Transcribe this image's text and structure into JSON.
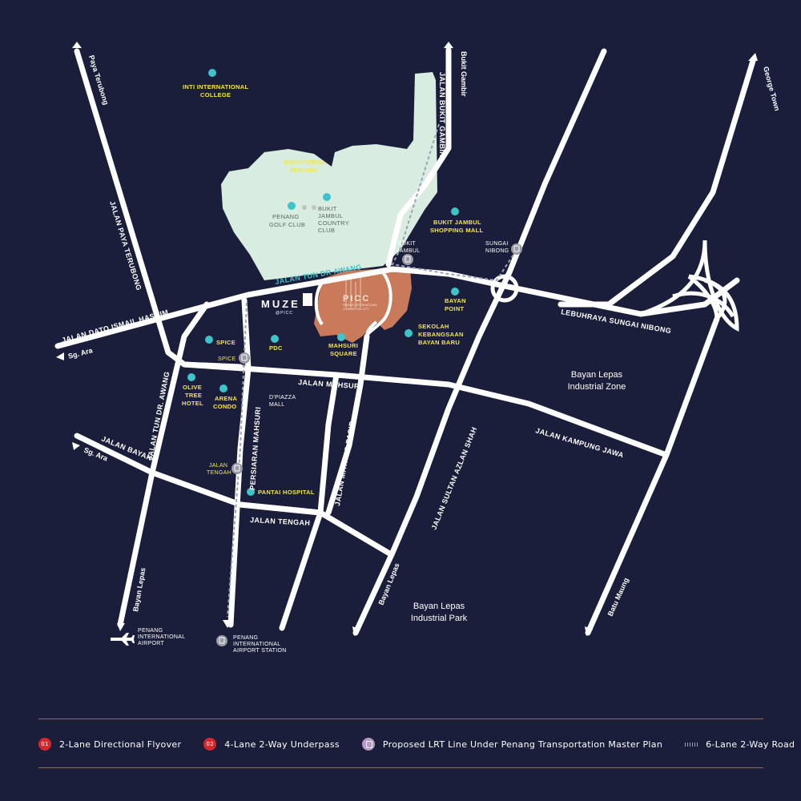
{
  "colors": {
    "background": "#1b1e3a",
    "road": "#ffffff",
    "park": "#d9ece0",
    "site": "#c97a5a",
    "poi_dot": "#3ec3c8",
    "poi_label": "#f3e64a",
    "road_label": "#ffffff",
    "highlight_road_label": "#3ec3c8",
    "badge_red": "#d8262c",
    "badge_lrt": "#b59ac9",
    "station_gray": "#9a9aa6"
  },
  "roads": {
    "jalan_dato_ismail_hashim": "JALAN DATO ISMAIL HASHIM",
    "jalan_paya_terubong": "JALAN PAYA TERUBONG",
    "jalan_bukit_gambir": "JALAN BUKIT GAMBIR",
    "jalan_tun_dr_awang_top": "JALAN TUN DR AWANG",
    "jalan_tun_dr_awang_side": "JALAN TUN DR. AWANG",
    "jalan_mahsuri": "JALAN MAHSURI",
    "lebuhraya_sungai_nibong": "LEBUHRAYA SUNGAI NIBONG",
    "jalan_kampung_jawa": "JALAN KAMPUNG JAWA",
    "jalan_bayan": "JALAN BAYAN",
    "persiaran_mahsuri": "PERSIARAN MAHSURI",
    "jalan_mayang_pasir": "JALAN MAYANG PASIR",
    "jalan_sultan_azlan_shah": "JALAN SULTAN AZLAN SHAH",
    "jalan_tengah": "JALAN TENGAH"
  },
  "directions": {
    "paya_terubong": "Paya Terubong",
    "bukit_gambir": "Bukit Gambir",
    "george_town": "George Town",
    "sg_ara_top": "Sg. Ara",
    "sg_ara_bottom": "Sg. Ara",
    "bayan_lepas_left": "Bayan Lepas",
    "bayan_lepas_mid": "Bayan Lepas",
    "batu_maung": "Batu Maung"
  },
  "areas": {
    "industrial_zone_1": "Bayan Lepas",
    "industrial_zone_2": "Industrial Zone",
    "industrial_park_1": "Bayan Lepas",
    "industrial_park_2": "Industrial Park"
  },
  "pois": {
    "inti_1": "INTI INTERNATIONAL",
    "inti_2": "COLLEGE",
    "equatorial_1": "EQUATORIAL",
    "equatorial_2": "PENANG",
    "bukit_jambul_mall_1": "BUKIT JAMBUL",
    "bukit_jambul_mall_2": "SHOPPING MALL",
    "bayan_point_1": "BAYAN",
    "bayan_point_2": "POINT",
    "sekolah_1": "SEKOLAH",
    "sekolah_2": "KEBANGSAAN",
    "sekolah_3": "BAYAN BARU",
    "spice": "SPICE",
    "pdc": "PDC",
    "mahsuri_square_1": "MAHSURI",
    "mahsuri_square_2": "SQUARE",
    "olive_1": "OLIVE",
    "olive_2": "TREE",
    "olive_3": "HOTEL",
    "arena_1": "ARENA",
    "arena_2": "CONDO",
    "pantai_hospital": "PANTAI HOSPITAL"
  },
  "park_labels": {
    "golf_1": "PENANG",
    "golf_2": "GOLF CLUB",
    "bjcc_1": "BUKIT",
    "bjcc_2": "JAMBUL",
    "bjcc_3": "COUNTRY",
    "bjcc_4": "CLUB"
  },
  "stations": {
    "bukit_jambul_1": "BUKIT",
    "bukit_jambul_2": "JAMBUL",
    "sungai_nibong_1": "SUNGAI",
    "sungai_nibong_2": "NIBONG",
    "spice": "SPICE",
    "jalan_tengah_1": "JALAN",
    "jalan_tengah_2": "TENGAH",
    "airport_station_1": "PENANG",
    "airport_station_2": "INTERNATIONAL",
    "airport_station_3": "AIRPORT STATION"
  },
  "airport": {
    "line1": "PENANG",
    "line2": "INTERNATIONAL",
    "line3": "AIRPORT"
  },
  "other": {
    "dpiazza_1": "D'PIAZZA",
    "dpiazza_2": "MALL"
  },
  "brand": {
    "muze": "MUZE",
    "muze_sub": "@PICC",
    "picc": "PICC",
    "picc_sub_1": "PENANG INTERNATIONAL",
    "picc_sub_2": "COMMERCIAL CITY"
  },
  "legend": {
    "flyover_num": "01",
    "flyover": "2-Lane Directional Flyover",
    "underpass_num": "02",
    "underpass": "4-Lane 2-Way Underpass",
    "lrt": "Proposed LRT Line Under Penang Transportation Master Plan",
    "road": "6-Lane 2-Way Road"
  }
}
